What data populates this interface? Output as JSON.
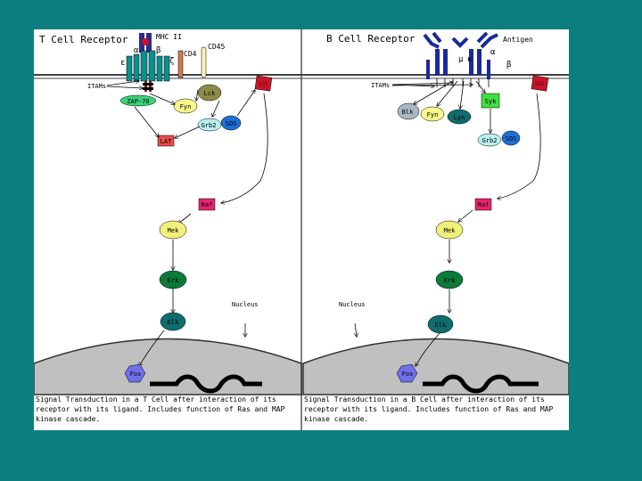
{
  "colors": {
    "background": "#0b7f7f",
    "membrane": "#c0c0c0",
    "kinase_dark_green": "#0b7a3a",
    "kinase_teal": "#0e6d6d",
    "mek_yellow": "#f0f07a",
    "raf_pink": "#e8246e",
    "sos_red": "#c8142a",
    "grb2_cyan": "#b7f0f0",
    "sos_blue": "#1e6fd6",
    "zap70_green": "#3ad17a",
    "lck_olive": "#8c8c4a",
    "syk_green": "#40e040",
    "receptor_blue": "#1a2a9a",
    "blk_gray": "#a9b7c3",
    "fos_blue": "#6f6fe8"
  },
  "left": {
    "title": "T Cell Receptor",
    "mhc": "MHC II",
    "alpha": "α",
    "beta": "β",
    "epsilon": "ε",
    "zeta": "ζ",
    "cd4": "CD4",
    "cd45": "CD45",
    "itam": "ITAMs",
    "zap70": "ZAP-70",
    "fyn": "Fyn",
    "lck": "Lck",
    "grb2": "Grb2",
    "sos": "SOS",
    "lat": "LAT",
    "sos_red": "SOS",
    "raf": "Raf",
    "mek": "Mek",
    "erk": "Erk",
    "elk": "Elk",
    "fos": "Fos",
    "nucleus": "Nucleus",
    "caption": "Signal Transduction in a T Cell after interaction of its receptor with its ligand. Includes function of Ras and MAP kinase cascade."
  },
  "right": {
    "title": "B Cell Receptor",
    "antigen": "Antigen",
    "mu": "μ",
    "kappa": "κ",
    "alpha": "α",
    "beta": "β",
    "itam": "ITAMs",
    "blk": "Blk",
    "fyn": "Fyn",
    "lyn": "Lyn",
    "syk": "Syk",
    "grb2": "Grb2",
    "sos": "SOS",
    "sos_red": "SOS",
    "raf": "Raf",
    "mek": "Mek",
    "erk": "Erk",
    "elk": "Elk",
    "fos": "Fos",
    "nucleus": "Nucleus",
    "caption": "Signal Transduction in a B Cell after interaction of its receptor with its ligand. Includes function of Ras and MAP kinase cascade."
  }
}
